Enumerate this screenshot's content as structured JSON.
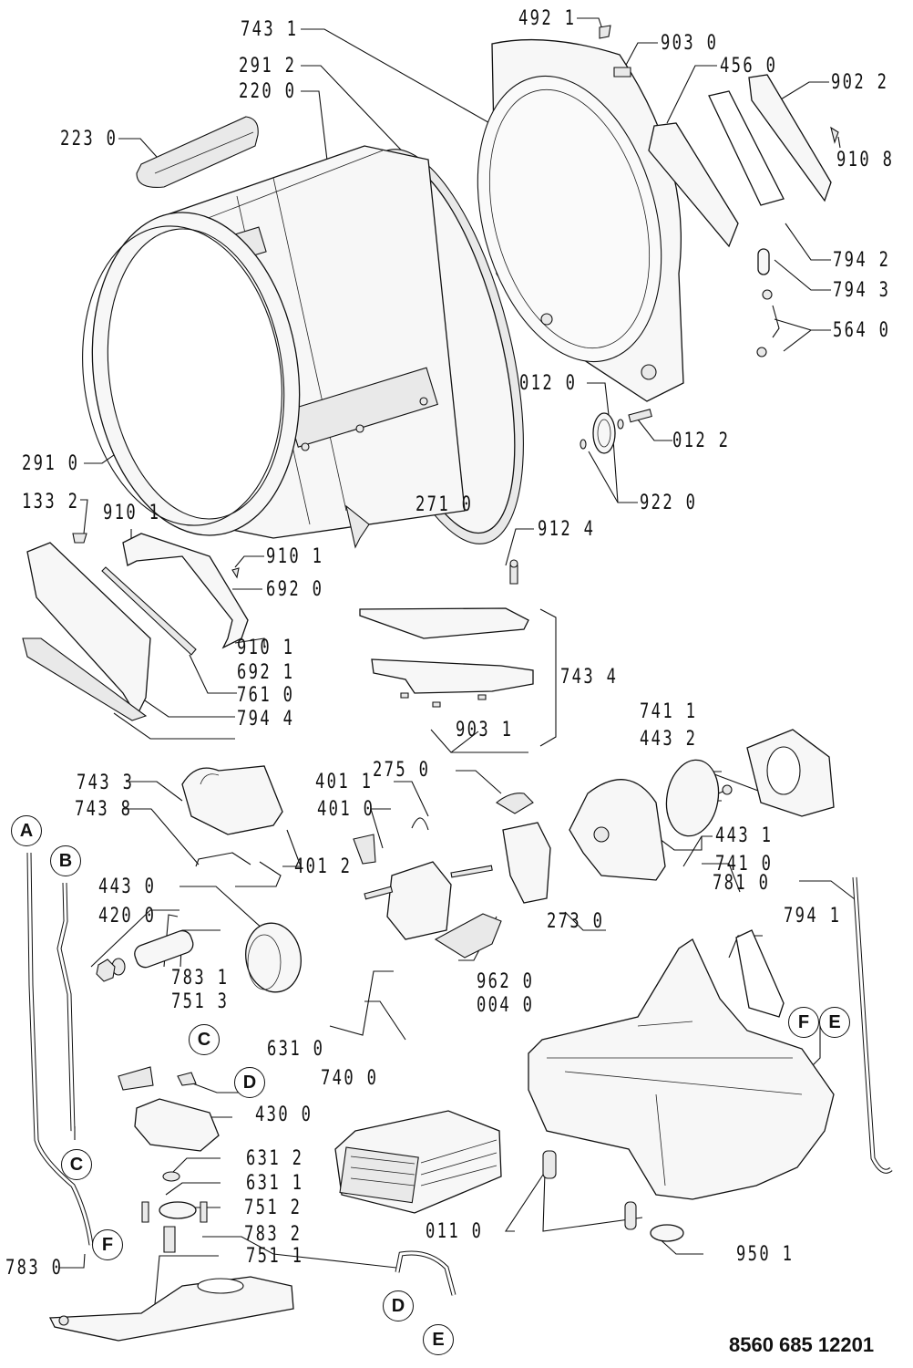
{
  "diagram": {
    "type": "exploded-parts-view",
    "subject": "tumble dryer assembly",
    "document_number": "8560 685 12201",
    "callouts": [
      {
        "code": "743 1"
      },
      {
        "code": "291 2"
      },
      {
        "code": "220 0"
      },
      {
        "code": "223 0"
      },
      {
        "code": "492 1"
      },
      {
        "code": "903 0"
      },
      {
        "code": "456 0"
      },
      {
        "code": "902 2"
      },
      {
        "code": "910 8"
      },
      {
        "code": "794 2"
      },
      {
        "code": "794 3"
      },
      {
        "code": "564 0"
      },
      {
        "code": "012 0"
      },
      {
        "code": "012 2"
      },
      {
        "code": "922 0"
      },
      {
        "code": "291 0"
      },
      {
        "code": "271 0"
      },
      {
        "code": "133 2"
      },
      {
        "code": "910 1"
      },
      {
        "code": "910 1"
      },
      {
        "code": "692 0"
      },
      {
        "code": "910 1"
      },
      {
        "code": "692 1"
      },
      {
        "code": "761 0"
      },
      {
        "code": "794 4"
      },
      {
        "code": "912 4"
      },
      {
        "code": "743 4"
      },
      {
        "code": "903 1"
      },
      {
        "code": "741 1"
      },
      {
        "code": "443 2"
      },
      {
        "code": "743 3"
      },
      {
        "code": "275 0"
      },
      {
        "code": "401 1"
      },
      {
        "code": "401 0"
      },
      {
        "code": "743 8"
      },
      {
        "code": "401 2"
      },
      {
        "code": "443 1"
      },
      {
        "code": "741 0"
      },
      {
        "code": "781 0"
      },
      {
        "code": "443 0"
      },
      {
        "code": "273 0"
      },
      {
        "code": "420 0"
      },
      {
        "code": "794 1"
      },
      {
        "code": "783 1"
      },
      {
        "code": "962 0"
      },
      {
        "code": "751 3"
      },
      {
        "code": "004 0"
      },
      {
        "code": "631 0"
      },
      {
        "code": "740 0"
      },
      {
        "code": "430 0"
      },
      {
        "code": "631 2"
      },
      {
        "code": "631 1"
      },
      {
        "code": "751 2"
      },
      {
        "code": "011 0"
      },
      {
        "code": "783 2"
      },
      {
        "code": "751 1"
      },
      {
        "code": "783 0"
      },
      {
        "code": "950 1"
      }
    ],
    "connectors": [
      "A",
      "B",
      "C",
      "D",
      "C",
      "F",
      "E",
      "F",
      "D",
      "E"
    ]
  }
}
